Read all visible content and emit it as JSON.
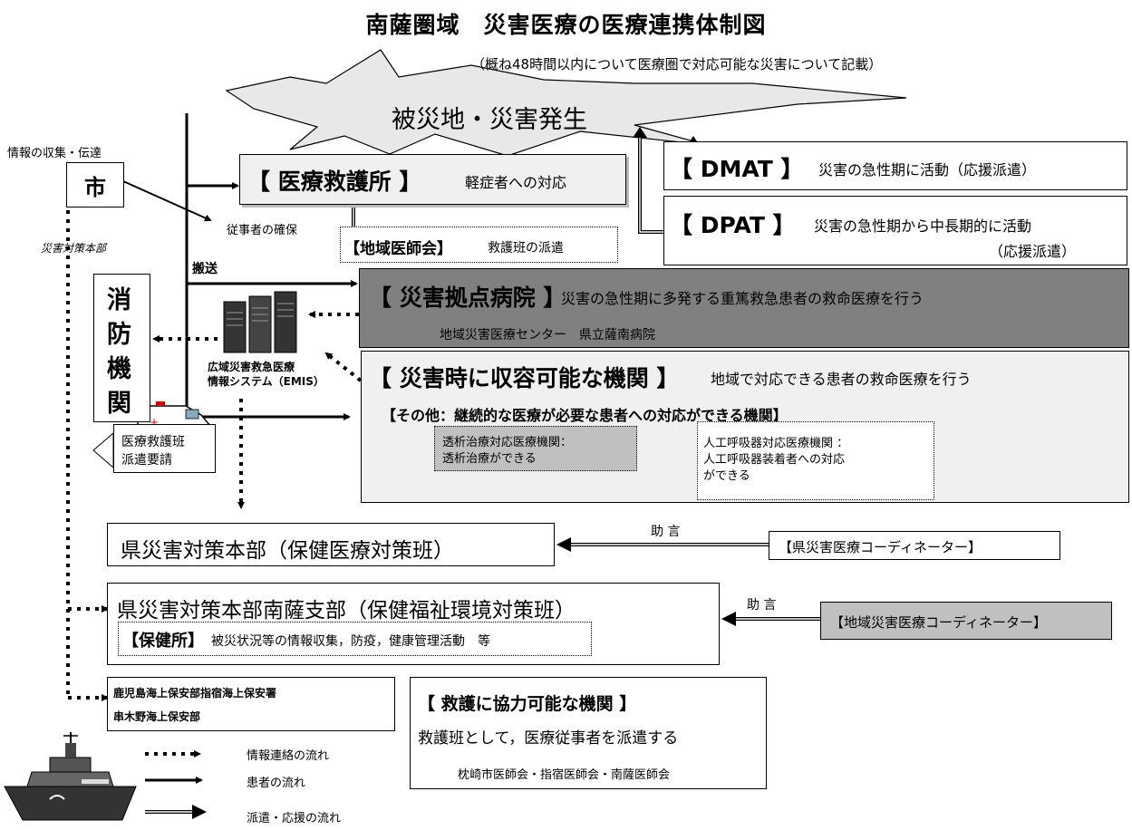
{
  "title": "南薩圏域　災害医療の医療連携体制図",
  "subtitle": "（概ね48時間以内について医療圏で対応可能な災害について記載）",
  "disaster": "被災地・災害発生",
  "info_collect": "情報の収集・伝達",
  "city": "市",
  "city_hq": "災害対策本部",
  "secure_staff": "従事者の確保",
  "transport": "搬送",
  "first_aid": {
    "title": "【 医療救護所 】",
    "desc": "軽症者への対応"
  },
  "local_med": {
    "title": "【地域医師会】",
    "desc": "救護班の派遣"
  },
  "dmat": {
    "title": "【 DMAT 】",
    "desc": "災害の急性期に活動（応援派遣）"
  },
  "dpat": {
    "title": "【 DPAT 】",
    "desc1": "災害の急性期から中長期的に活動",
    "desc2": "（応援派遣）"
  },
  "base_hospital": {
    "title": "【 災害拠点病院 】",
    "desc": "災害の急性期に多発する重篤救急患者の救命医療を行う",
    "sub": "地域災害医療センター　県立薩南病院"
  },
  "fire": [
    "消",
    "防",
    "機",
    "関"
  ],
  "emis": {
    "line1": "広域災害救急医療",
    "line2": "情報システム（EMIS）"
  },
  "capable": {
    "title": "【 災害時に収容可能な機関 】",
    "desc": "地域で対応できる患者の救命医療を行う",
    "other": "【その他：継続的な医療が必要な患者への対応ができる機関】"
  },
  "dialysis": {
    "line1": "透析治療対応医療機関：",
    "line2": "透析治療ができる"
  },
  "ventilator": {
    "line1": "人工呼吸器対応医療機関 ：",
    "line2": "人工呼吸器装着者への対応",
    "line3": "ができる"
  },
  "dispatch_request": {
    "line1": "医療救護班",
    "line2": "派遣要請"
  },
  "pref_hq": "県災害対策本部（保健医療対策班）",
  "advice": "助 言",
  "pref_coord": "【県災害医療コーディネーター】",
  "nansatsu_hq": "県災害対策本部南薩支部（保健福祉環境対策班）",
  "local_coord": "【地域災害医療コーディネーター】",
  "health_center": {
    "title": "【保健所】",
    "desc": "被災状況等の情報収集，防疫，健康管理活動　等"
  },
  "coast_guard": {
    "line1": "鹿児島海上保安部指宿海上保安署",
    "line2": "串木野海上保安部"
  },
  "cooperating": {
    "title": "【 救護に協力可能な機関 】",
    "desc": "救護班として，医療従事者を派遣する",
    "members": "枕崎市医師会・指宿医師会・南薩医師会"
  },
  "legend": {
    "info": "情報連絡の流れ",
    "patient": "患者の流れ",
    "dispatch": "派遣・応援の流れ"
  }
}
